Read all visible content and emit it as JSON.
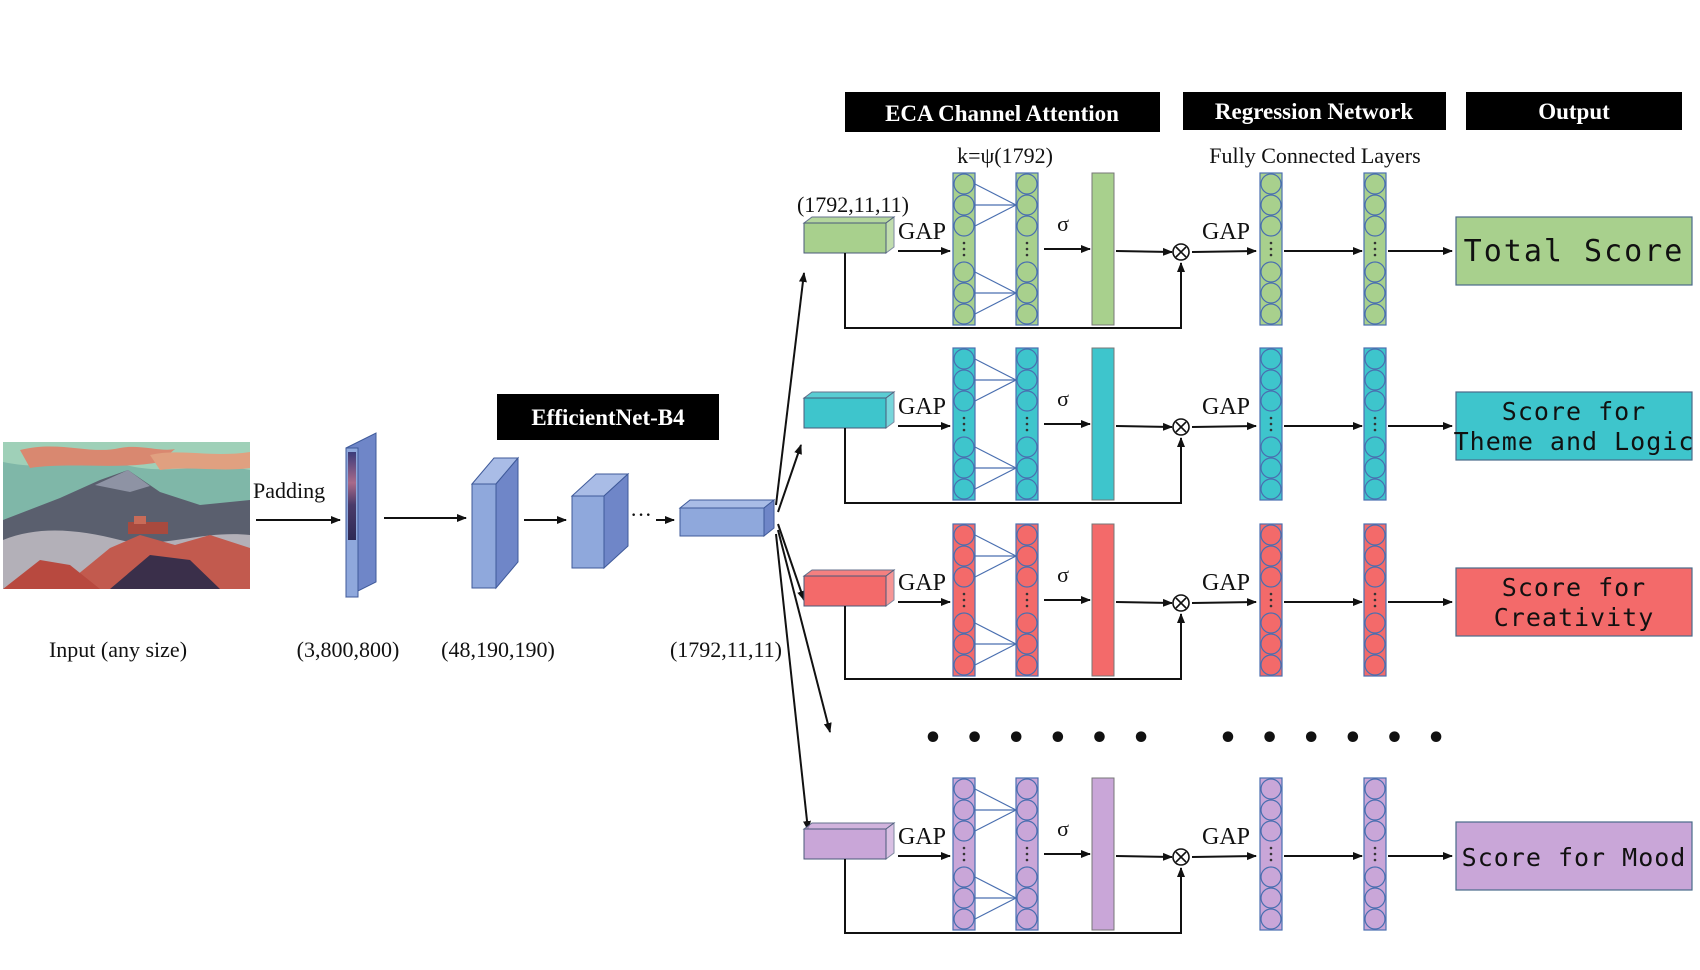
{
  "headers": {
    "efficientnet": "EfficientNet-B4",
    "eca": "ECA Channel Attention",
    "regression": "Regression  Network",
    "output": "Output"
  },
  "sublabels": {
    "eca_k": "k=ψ(1792)",
    "fully_connected": "Fully Connected Layers"
  },
  "backbone": {
    "padding_label": "Padding",
    "input_label": "Input (any size)",
    "dims": [
      "(3,800,800)",
      "(48,190,190)",
      "(1792,11,11)"
    ],
    "branch_dim": "(1792,11,11)",
    "ellipsis": "···"
  },
  "branch_labels": {
    "gap": "GAP",
    "sigma": "σ",
    "multiply": "⊗"
  },
  "branches": [
    {
      "output_lines": [
        "Total Score"
      ],
      "color": "#a8d08d"
    },
    {
      "output_lines": [
        "Score for",
        "Theme and Logic"
      ],
      "color": "#3ec5cc"
    },
    {
      "output_lines": [
        "Score for",
        "Creativity"
      ],
      "color": "#f36a6a"
    },
    {
      "output_lines": [
        "Score for Mood"
      ],
      "color": "#c9a6d8"
    }
  ],
  "ellipsis_dots": "• • •  • • •",
  "colors": {
    "header_bg": "#000000",
    "backbone_blue": "#8fa8dc",
    "line": "#111111",
    "fc_line": "#4a6fb0"
  }
}
